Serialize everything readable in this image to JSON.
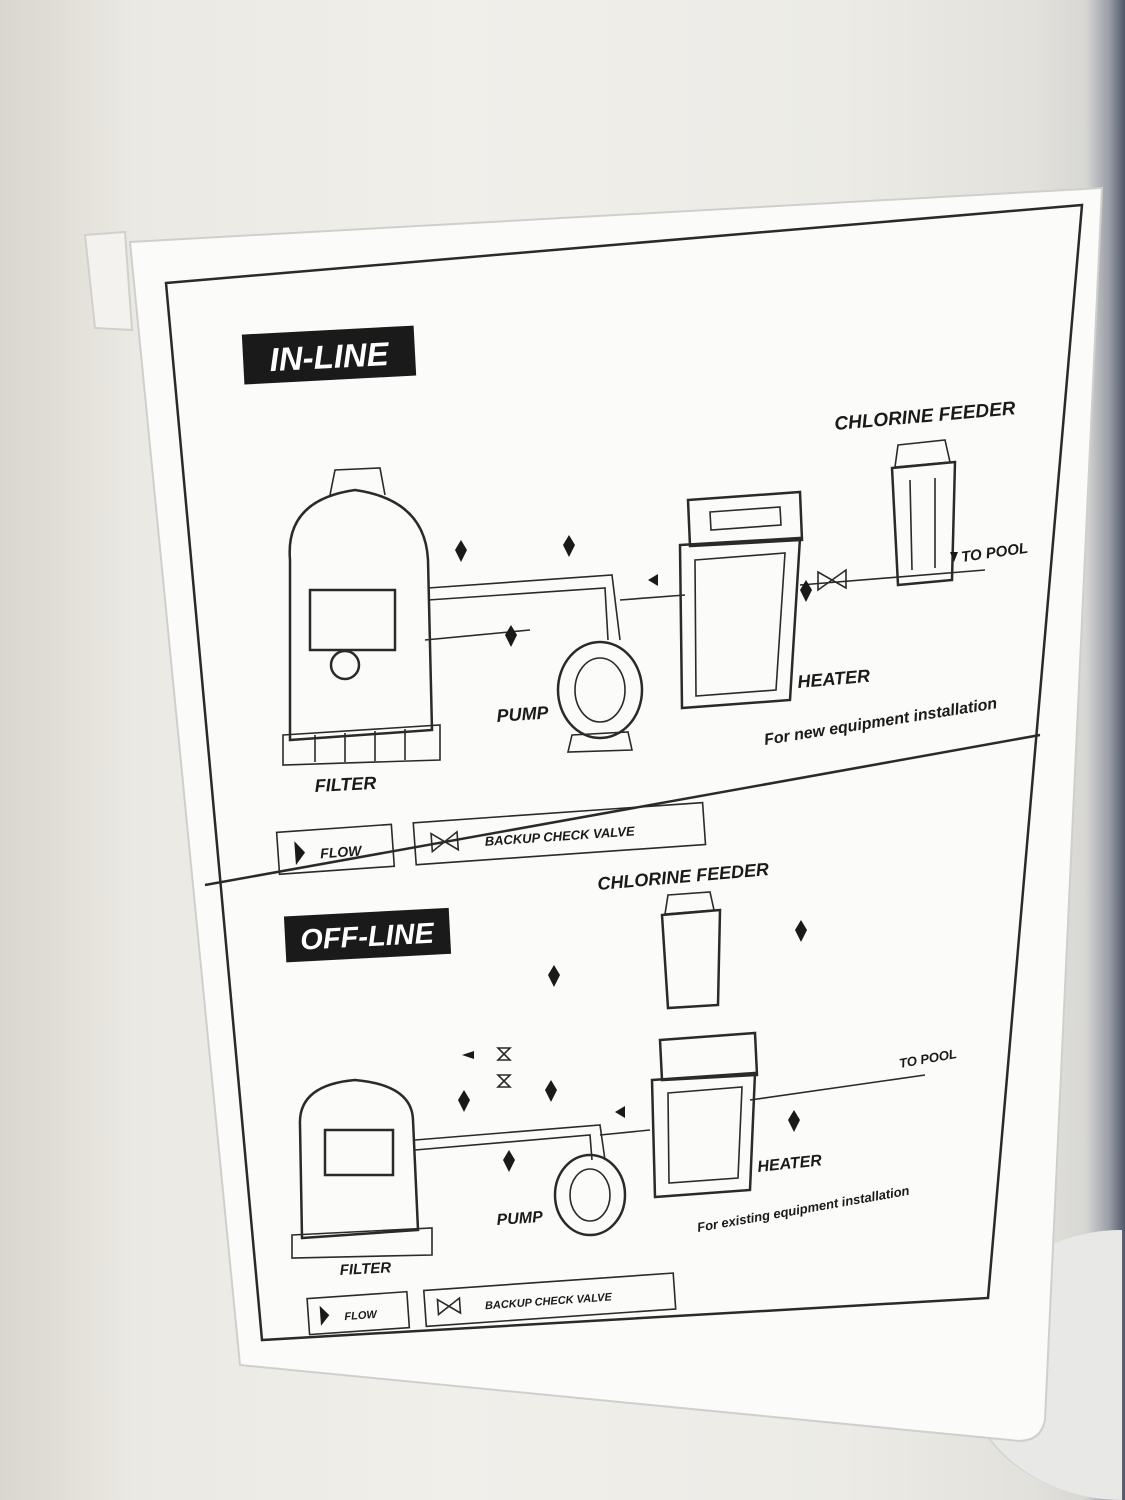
{
  "inline": {
    "title": "IN-LINE",
    "chlorine_feeder": "CHLORINE FEEDER",
    "to_pool": "TO POOL",
    "heater": "HEATER",
    "pump": "PUMP",
    "filter": "FILTER",
    "note": "For new equipment installation",
    "legend_flow": "FLOW",
    "legend_valve": "BACKUP CHECK VALVE"
  },
  "offline": {
    "title": "OFF-LINE",
    "chlorine_feeder": "CHLORINE FEEDER",
    "to_pool": "TO POOL",
    "heater": "HEATER",
    "pump": "PUMP",
    "filter": "FILTER",
    "note": "For existing equipment installation",
    "legend_flow": "FLOW",
    "legend_valve": "BACKUP CHECK VALVE"
  }
}
